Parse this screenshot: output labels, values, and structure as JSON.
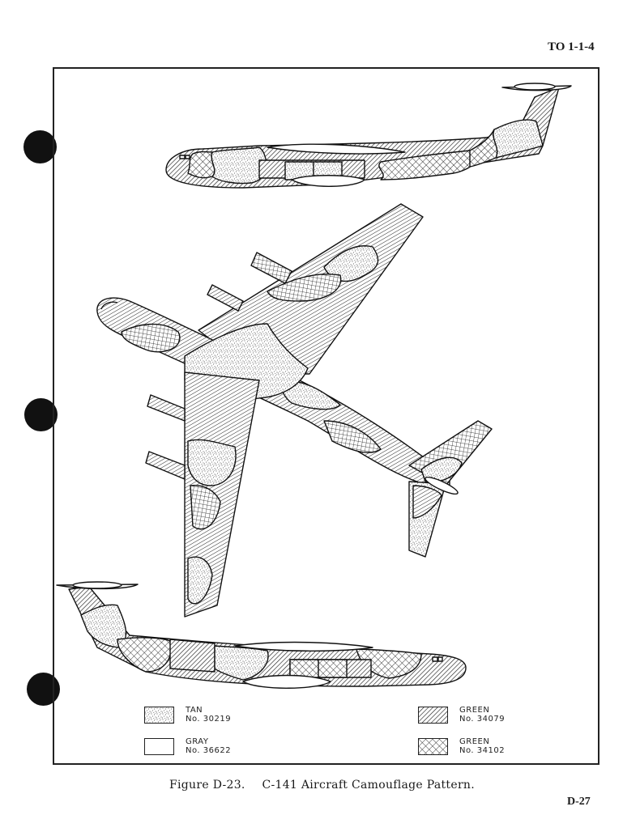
{
  "header": {
    "document_code": "TO 1-1-4"
  },
  "figure": {
    "number": "Figure D-23.",
    "title": "C-141 Aircraft Camouflage Pattern."
  },
  "page": {
    "number": "D-27"
  },
  "views": [
    {
      "name": "left-side-view",
      "label": ""
    },
    {
      "name": "top-view",
      "label": ""
    },
    {
      "name": "right-side-view",
      "label": ""
    }
  ],
  "legend": {
    "items": [
      {
        "color_name": "TAN",
        "color_number": "No. 30219",
        "pattern": "stipple",
        "approx_hex": "#c9b48a"
      },
      {
        "color_name": "GRAY",
        "color_number": "No. 36622",
        "pattern": "blank",
        "approx_hex": "#d9d9d6"
      },
      {
        "color_name": "GREEN",
        "color_number": "No. 34079",
        "pattern": "diagonal-hatch",
        "approx_hex": "#3b4a2e"
      },
      {
        "color_name": "GREEN",
        "color_number": "No. 34102",
        "pattern": "crosshatch",
        "approx_hex": "#5d6b3c"
      }
    ]
  },
  "binder_holes": 3
}
